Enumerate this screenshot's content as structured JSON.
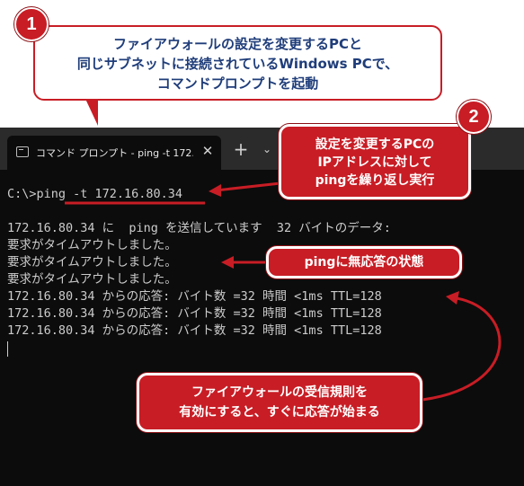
{
  "window": {
    "tab_title": "コマンド プロンプト - ping  -t 172.1",
    "close_glyph": "✕",
    "new_tab_glyph": "+",
    "tab_menu_glyph": "⌄"
  },
  "terminal": {
    "lines": [
      "C:\\>ping -t 172.16.80.34",
      "",
      "172.16.80.34 に  ping を送信しています  32 バイトのデータ:",
      "要求がタイムアウトしました。",
      "要求がタイムアウトしました。",
      "要求がタイムアウトしました。",
      "172.16.80.34 からの応答: バイト数 =32 時間 <1ms TTL=128",
      "172.16.80.34 からの応答: バイト数 =32 時間 <1ms TTL=128",
      "172.16.80.34 からの応答: バイト数 =32 時間 <1ms TTL=128"
    ]
  },
  "annotations": {
    "badge1": "1",
    "badge2": "2",
    "callout1": [
      "ファイアウォールの設定を変更するPCと",
      "同じサブネットに接続されているWindows PCで、",
      "コマンドプロンプトを起動"
    ],
    "callout2": [
      "設定を変更するPCの",
      "IPアドレスに対して",
      "pingを繰り返し実行"
    ],
    "callout3": "pingに無応答の状態",
    "callout4": [
      "ファイアウォールの受信規則を",
      "有効にすると、すぐに応答が始まる"
    ]
  },
  "colors": {
    "accent_red": "#c81d25",
    "callout1_text": "#1f3d7a",
    "terminal_bg": "#0c0c0c",
    "terminal_text": "#cccccc",
    "tabbar_bg": "#2b2b2b"
  }
}
